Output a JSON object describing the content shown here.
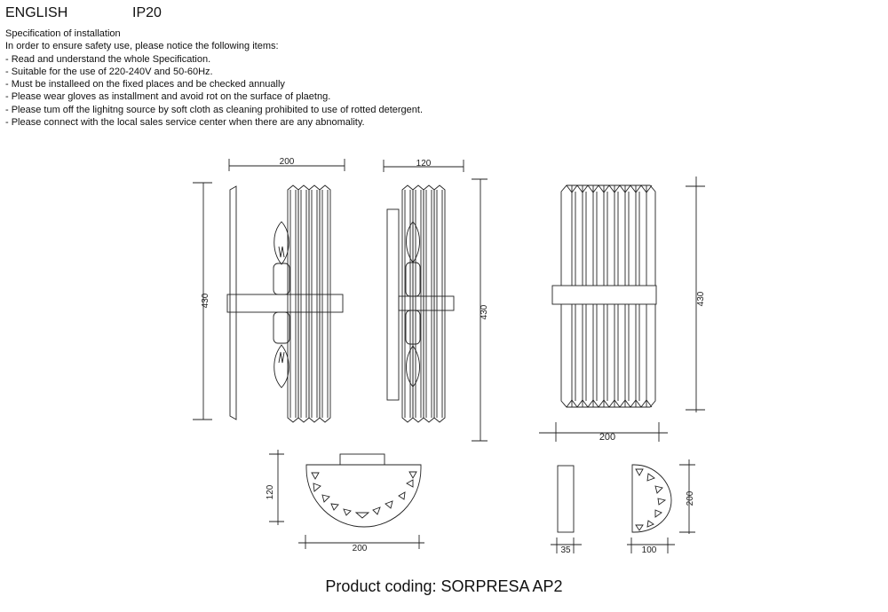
{
  "header": {
    "language": "ENGLISH",
    "rating": "IP20"
  },
  "spec": {
    "title": "Specification of installation",
    "intro": "In order to ensure safety use, please notice the following items:",
    "items": [
      "- Read and understand the whole Specification.",
      "- Suitable for the use of 220-240V and 50-60Hz.",
      "- Must be installeed on the fixed places and be checked annually",
      "- Please wear gloves as installment and avoid rot on the surface of plaetng.",
      "- Please tum off the lighitng source by soft cloth as cleaning prohibited to use of rotted detergent.",
      "- Please connect with the local sales service center when there are any abnomality."
    ]
  },
  "dimensions": {
    "side_width": "200",
    "side_height": "430",
    "profile_depth": "120",
    "profile_height": "430",
    "front_height": "430",
    "front_width": "200",
    "top_depth": "120",
    "top_width": "200",
    "backplate_width": "35",
    "backplate_depth": "100",
    "backplate_height": "200"
  },
  "footer": {
    "product_coding": "Product coding: SORPRESA AP2"
  }
}
